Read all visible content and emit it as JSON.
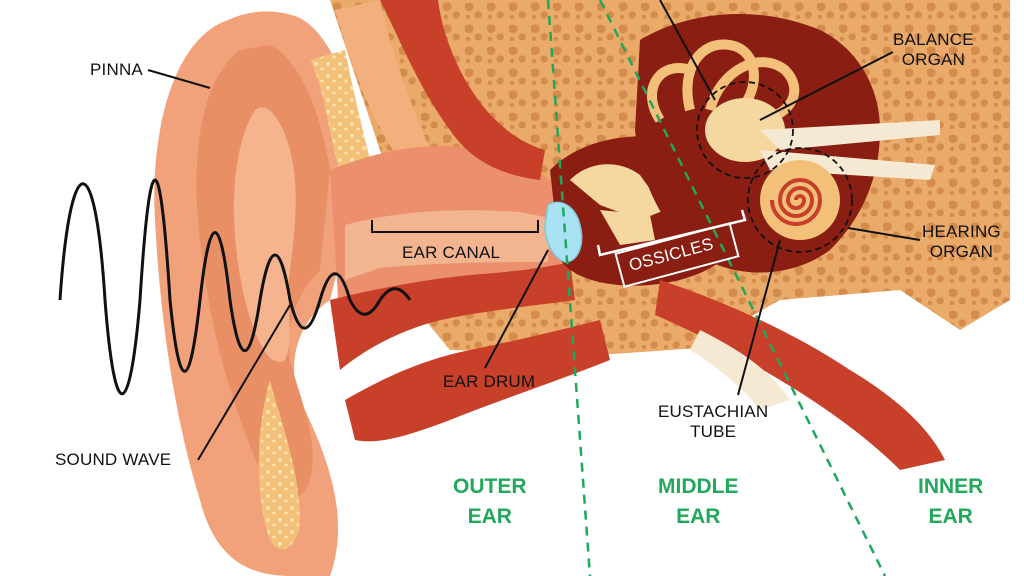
{
  "labels": {
    "pinna": "PINNA",
    "sound_wave": "SOUND WAVE",
    "ear_canal": "EAR CANAL",
    "ear_drum": "EAR DRUM",
    "ossicles": "OSSICLES",
    "balance_organ_line1": "BALANCE",
    "balance_organ_line2": "ORGAN",
    "hearing_organ_line1": "HEARING",
    "hearing_organ_line2": "ORGAN",
    "eustachian_line1": "EUSTACHIAN",
    "eustachian_line2": "TUBE"
  },
  "regions": {
    "outer": {
      "line1": "OUTER",
      "line2": "EAR"
    },
    "middle": {
      "line1": "MIDDLE",
      "line2": "EAR"
    },
    "inner": {
      "line1": "INNER",
      "line2": "EAR"
    }
  },
  "colors": {
    "region_label": "#22a85a",
    "divider": "#1fa85a",
    "skin": "#f2a57e",
    "muscle": "#c9402a",
    "bone": "#e8a868",
    "cavity": "#8a1e12",
    "eardrum": "#a8e2f3"
  }
}
